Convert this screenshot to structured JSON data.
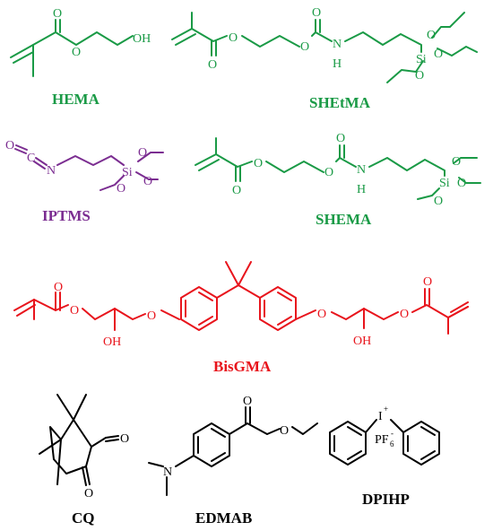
{
  "colors": {
    "green": "#1a9a46",
    "purple": "#7b2d91",
    "red": "#e8141c",
    "black": "#000000"
  },
  "molecules": {
    "hema": {
      "name": "HEMA",
      "atoms": {
        "o_carbonyl": "O",
        "o_ester": "O",
        "oh": "OH"
      }
    },
    "shetma": {
      "name": "SHEtMA",
      "atoms": {
        "o_carbonyl": "O",
        "o_ester": "O",
        "o_carbamate": "O",
        "o_link": "O",
        "n": "N",
        "h": "H",
        "si": "Si",
        "o1": "O",
        "o2": "O",
        "o3": "O"
      }
    },
    "iptms": {
      "name": "IPTMS",
      "atoms": {
        "o": "O",
        "c": "C",
        "n": "N",
        "si": "Si",
        "o1": "O",
        "o2": "O",
        "o3": "O"
      }
    },
    "shema": {
      "name": "SHEMA",
      "atoms": {
        "o_carbonyl": "O",
        "o_ester": "O",
        "o_carbamate": "O",
        "o_link": "O",
        "n": "N",
        "h": "H",
        "si": "Si",
        "o1": "O",
        "o2": "O",
        "o3": "O"
      }
    },
    "bisgma": {
      "name": "BisGMA",
      "atoms": {
        "o_carbonyl_l": "O",
        "o_ester_l": "O",
        "oh_l": "OH",
        "o_ether_l": "O",
        "o_ether_r": "O",
        "oh_r": "OH",
        "o_ester_r": "O",
        "o_carbonyl_r": "O"
      }
    },
    "cq": {
      "name": "CQ",
      "atoms": {
        "o1": "O",
        "o2": "O"
      }
    },
    "edmab": {
      "name": "EDMAB",
      "atoms": {
        "n": "N",
        "o_carbonyl": "O",
        "o_ester": "O"
      }
    },
    "dpihp": {
      "name": "DPIHP",
      "atoms": {
        "i": "I",
        "plus": "+",
        "pf": "PF",
        "six": "6",
        "minus": "-"
      }
    }
  }
}
